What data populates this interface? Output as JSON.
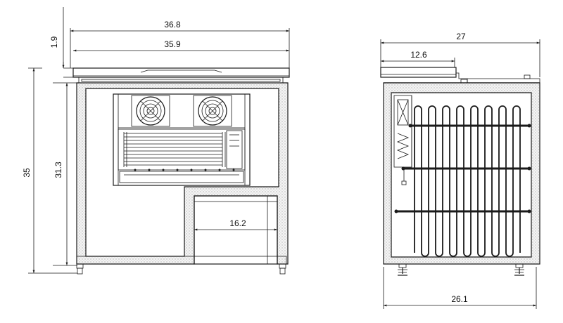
{
  "front_view": {
    "overall_width": "36.8",
    "top_width": "35.9",
    "top_thickness": "1.9",
    "overall_height": "35",
    "body_height": "31.3",
    "compartment_width": "16.2"
  },
  "side_view": {
    "overall_depth": "27",
    "lid_depth": "12.6",
    "base_depth": "26.1"
  },
  "colors": {
    "line": "#1a1a1a",
    "insulation": "#e6e6e6",
    "background": "#ffffff"
  }
}
